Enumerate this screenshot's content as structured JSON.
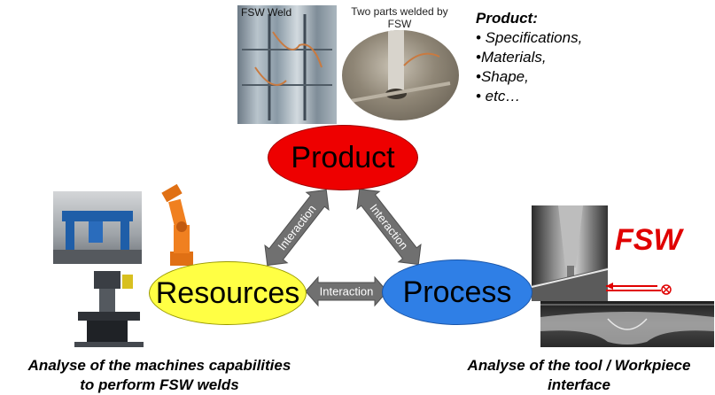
{
  "nodes": {
    "product": "Product",
    "resources": "Resources",
    "process": "Process"
  },
  "arrows": {
    "product_resources": "Interaction",
    "product_process": "Interaction",
    "resources_process": "Interaction"
  },
  "photos": {
    "fsw_weld_caption": "FSW Weld",
    "two_parts_caption": "Two parts welded by FSW"
  },
  "product_specs": {
    "heading": "Product:",
    "items": [
      "• Specifications,",
      "•Materials,",
      "•Shape,",
      "• etc…"
    ]
  },
  "fsw_logo": "FSW",
  "bottom_labels": {
    "left_line1": "Analyse of the machines capabilities",
    "left_line2": "to perform FSW welds",
    "right_line1": "Analyse of the tool / Workpiece",
    "right_line2": "interface"
  },
  "colors": {
    "product": "#ee0000",
    "resources": "#ffff44",
    "process": "#2f7fe6",
    "arrow": "#707070",
    "fsw_logo": "#e00000"
  }
}
